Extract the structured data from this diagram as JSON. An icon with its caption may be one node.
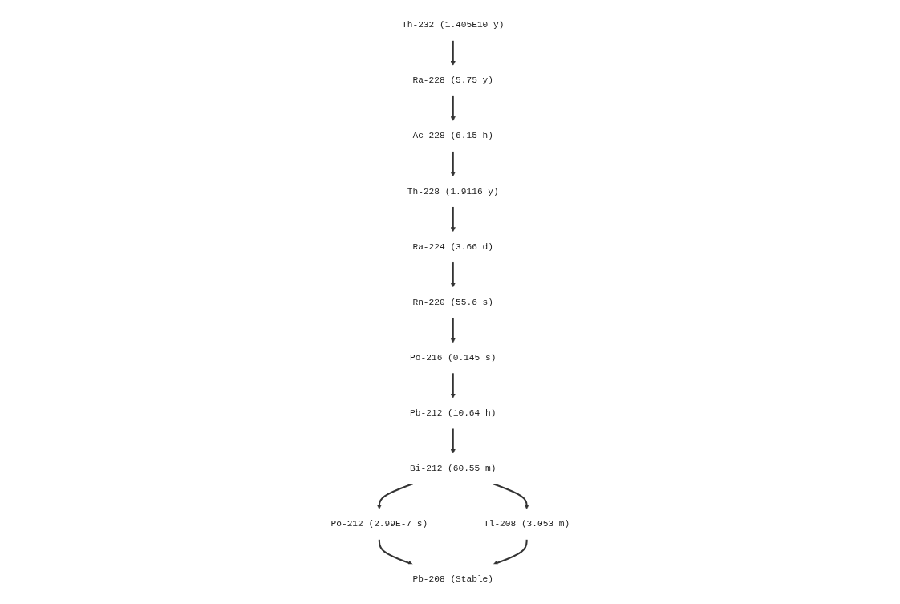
{
  "diagram": {
    "nodes": [
      {
        "text": [
          "Th-232 (1.405E10 y)"
        ]
      },
      {
        "text": [
          "Ra-228 (5.75 y)"
        ]
      },
      {
        "text": [
          "Ac-228 (6.15 h)"
        ]
      },
      {
        "text": [
          "Th-228 (1.9116 y)"
        ]
      },
      {
        "text": [
          "Ra-224 (3.66 d)"
        ]
      },
      {
        "text": [
          "Rn-220 (55.6 s)"
        ]
      },
      {
        "text": [
          "Po-216 (0.145 s)"
        ]
      },
      {
        "text": [
          "Pb-212 (10.64 h)"
        ]
      },
      {
        "text": [
          "Bi-212 (60.55 m)"
        ]
      },
      {
        "text": [
          "Po-212 (2.99E-7 s)"
        ]
      },
      {
        "text": [
          "Tl-208 (3.053 m)"
        ]
      },
      {
        "text": [
          "Pb-208 (Stable)"
        ]
      }
    ],
    "edges": [
      {
        "from": 0,
        "to": 1,
        "arrow": "to"
      },
      {
        "from": 1,
        "to": 2,
        "arrow": "to"
      },
      {
        "from": 2,
        "to": 3,
        "arrow": "to"
      },
      {
        "from": 3,
        "to": 4,
        "arrow": "to"
      },
      {
        "from": 4,
        "to": 5,
        "arrow": "to"
      },
      {
        "from": 5,
        "to": 6,
        "arrow": "to"
      },
      {
        "from": 6,
        "to": 7,
        "arrow": "to"
      },
      {
        "from": 7,
        "to": 8,
        "arrow": "to"
      },
      {
        "from": 8,
        "to": 9,
        "arrow": "to"
      },
      {
        "from": 8,
        "to": 10,
        "arrow": "to"
      },
      {
        "from": 9,
        "to": 11,
        "arrow": "to"
      },
      {
        "from": 10,
        "to": 11,
        "arrow": "to"
      }
    ]
  }
}
